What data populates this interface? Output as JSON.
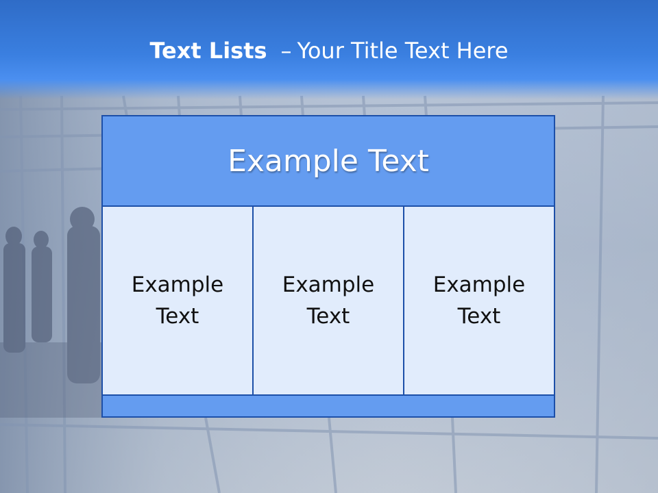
{
  "title": {
    "bold": "Text Lists",
    "separator": "–",
    "rest": "Your Title Text Here"
  },
  "table": {
    "header": "Example Text",
    "columns": [
      {
        "line1": "Example",
        "line2": "Text"
      },
      {
        "line1": "Example",
        "line2": "Text"
      },
      {
        "line1": "Example",
        "line2": "Text"
      }
    ]
  },
  "colors": {
    "title_bar": "#3a7fe0",
    "header_fill": "#649cf0",
    "cell_fill": "#e1ecfc",
    "border": "#1c4fa8"
  }
}
